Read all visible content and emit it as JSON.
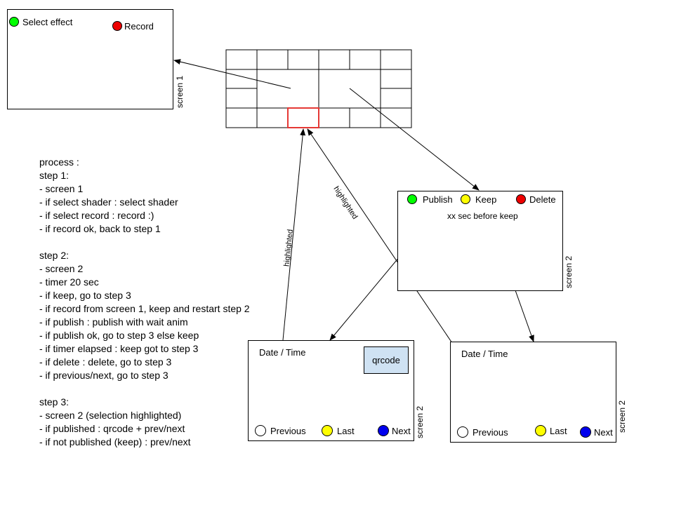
{
  "screen1": {
    "select_effect": "Select effect",
    "record": "Record",
    "side_label": "screen 1"
  },
  "screen2_top": {
    "publish": "Publish",
    "keep": "Keep",
    "delete": "Delete",
    "timer_text": "xx sec before keep",
    "side_label": "screen 2"
  },
  "screen2_published": {
    "datetime": "Date / Time",
    "qrcode": "qrcode",
    "previous": "Previous",
    "last": "Last",
    "next": "Next",
    "side_label": "screen 2"
  },
  "screen2_kept": {
    "datetime": "Date / Time",
    "previous": "Previous",
    "last": "Last",
    "next": "Next",
    "side_label": "screen 2"
  },
  "arrow_labels": {
    "left": "highlighted",
    "right": "highlighted"
  },
  "process_lines": [
    "process :",
    "step 1:",
    "- screen 1",
    "- if select shader : select shader",
    "- if select record : record :)",
    "- if record ok, back to step 1",
    "",
    "step 2:",
    "- screen 2",
    "- timer 20 sec",
    "- if keep, go to step 3",
    "- if record from screen 1, keep and restart step 2",
    "- if publish : publish with wait anim",
    "- if publish ok, go to step 3 else keep",
    "- if timer elapsed : keep got to step 3",
    "- if delete : delete, go to step 3",
    "- if previous/next, go to step 3",
    "",
    "step 3:",
    "- screen 2 (selection highlighted)",
    "- if published : qrcode + prev/next",
    "- if not published (keep) : prev/next"
  ],
  "colors": {
    "green": "#00ff00",
    "red": "#ee0000",
    "yellow": "#ffff00",
    "blue": "#0000ee",
    "highlight": "#e53935",
    "qr_fill": "#cfe2f3"
  }
}
